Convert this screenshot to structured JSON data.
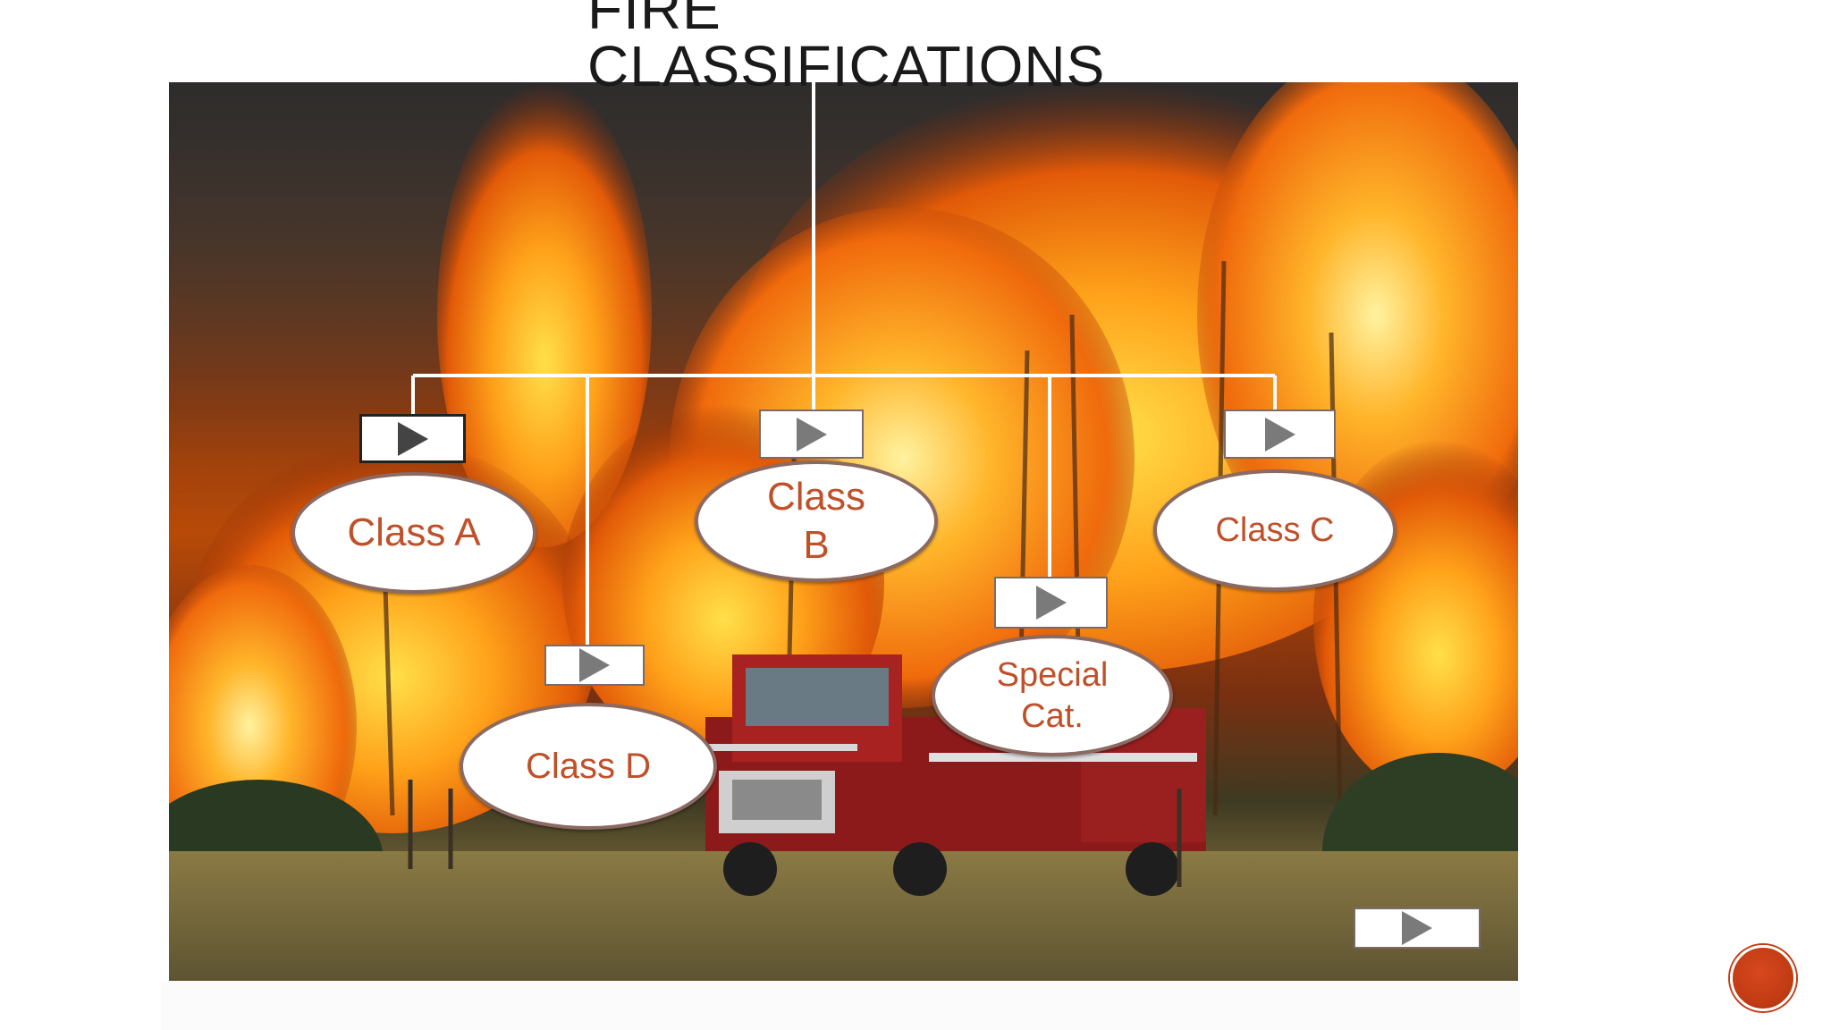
{
  "slide": {
    "title_line1": "FIRE",
    "title_line2": "CLASSIFICATIONS"
  },
  "nodes": {
    "class_a": "Class A",
    "class_b_line1": "Class",
    "class_b_line2": "B",
    "class_c": "Class C",
    "class_d": "Class D",
    "special_line1": "Special",
    "special_line2": "Cat."
  },
  "icons": {
    "play": "play-icon",
    "next": "next-slide-icon"
  },
  "colors": {
    "oval_text": "#c0502a",
    "connector": "#ffffff",
    "nav_button": "#c23c14"
  }
}
